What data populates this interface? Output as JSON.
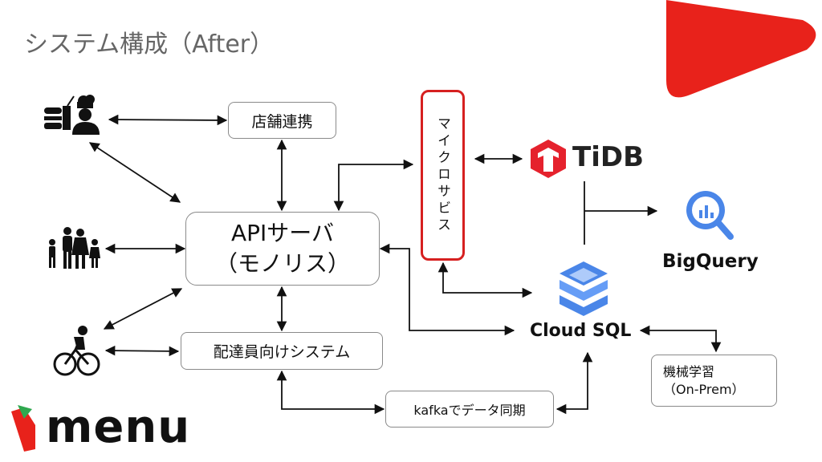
{
  "slide": {
    "title": "システム構成（After）"
  },
  "nodes": {
    "store": "店舗連携",
    "api": "APIサーバ\n（モノリス）",
    "delivery": "配達員向けシステム",
    "micro": "マイクロサビス",
    "kafka": "kafkaでデータ同期",
    "tidb": "TiDB",
    "bigquery": "BigQuery",
    "cloudsql": "Cloud SQL",
    "ml": "機械学習\n（On-Prem）"
  },
  "brand": {
    "logo_text": "menu",
    "accent_color": "#e8221b",
    "tidb_color": "#e5222d",
    "bigquery_color": "#4a86e8"
  },
  "icons": {
    "store_icon": "restaurant-chef-icon",
    "users_icon": "family-icon",
    "courier_icon": "bicycle-rider-icon"
  }
}
